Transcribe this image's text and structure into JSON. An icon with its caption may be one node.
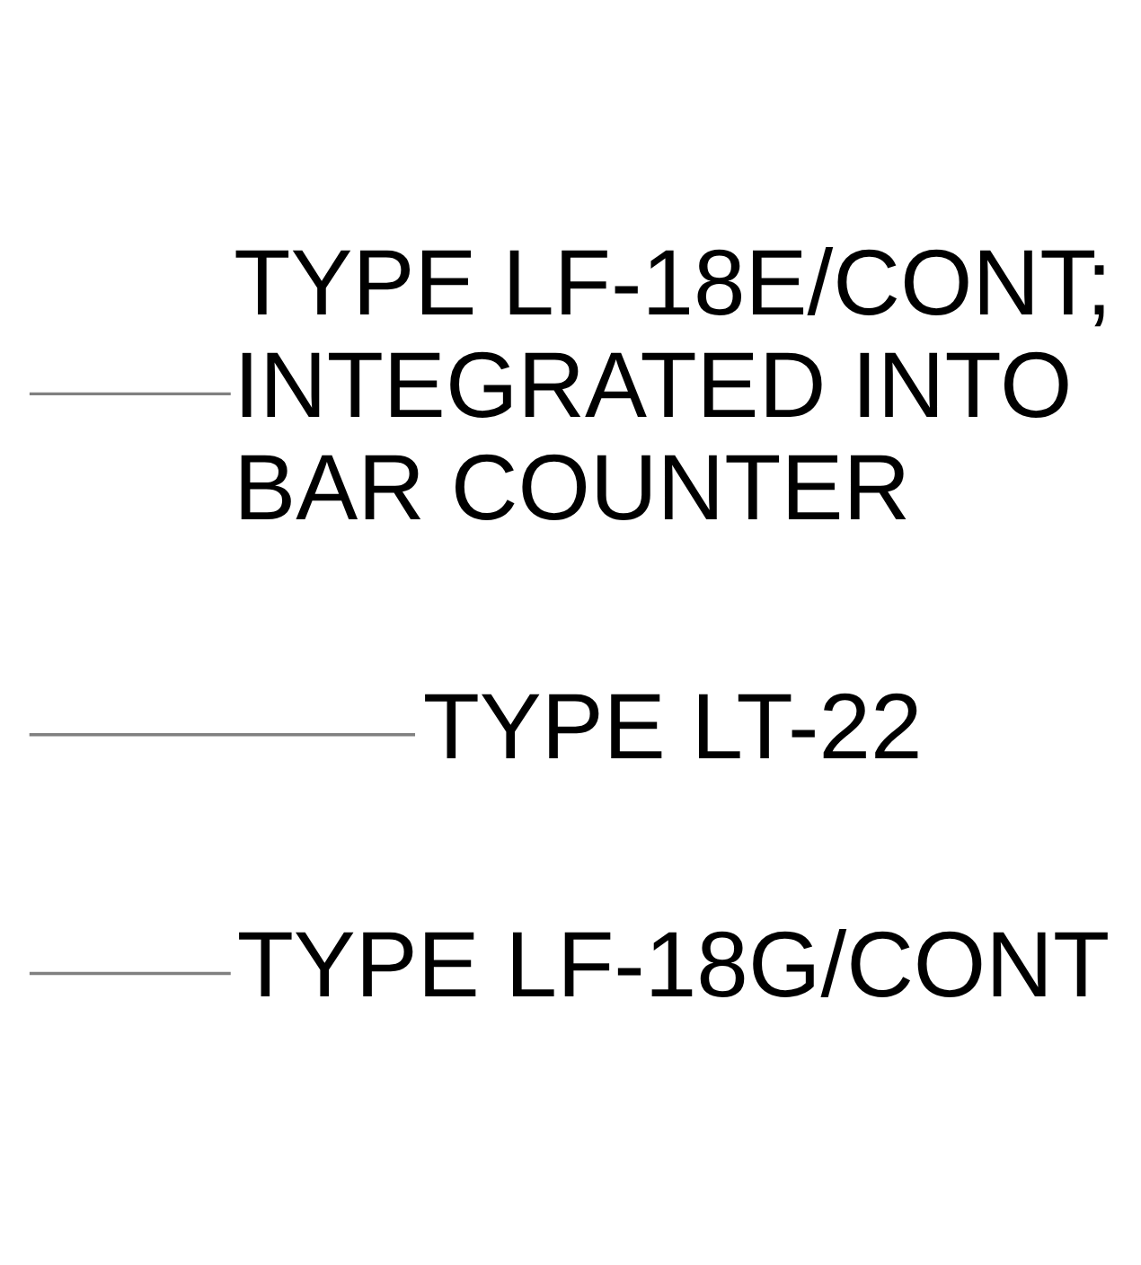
{
  "diagram": {
    "nodes": [
      {
        "text": [
          "TYPE LF-18G/CONT"
        ]
      },
      {
        "text": [
          "TYPE LT-22"
        ]
      },
      {
        "text": [
          "TYPE LF-18E/CONT; INTEGRATED INTO BAR COUNTER"
        ]
      }
    ],
    "edges": [
      {
        "from": null,
        "to": 0,
        "arrow": "none"
      },
      {
        "from": null,
        "to": 1,
        "arrow": "none"
      },
      {
        "from": null,
        "to": 2,
        "arrow": "none"
      }
    ]
  }
}
